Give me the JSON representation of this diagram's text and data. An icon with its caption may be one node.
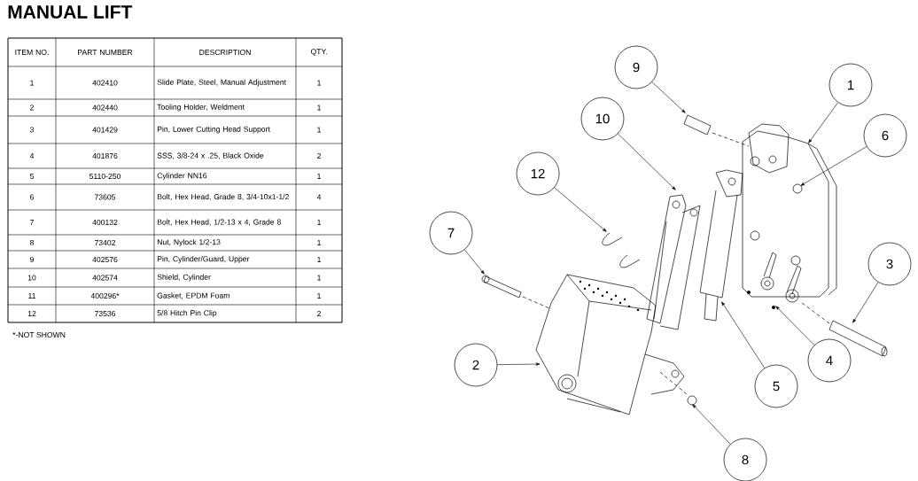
{
  "diagram": {
    "title": "MANUAL LIFT",
    "nodes": [
      {
        "text": [
          "1"
        ]
      },
      {
        "text": [
          "2"
        ]
      },
      {
        "text": [
          "3"
        ]
      },
      {
        "text": [
          "4"
        ]
      },
      {
        "text": [
          "5"
        ]
      },
      {
        "text": [
          "6"
        ]
      },
      {
        "text": [
          "7"
        ]
      },
      {
        "text": [
          "8"
        ]
      },
      {
        "text": [
          "9"
        ]
      },
      {
        "text": [
          "10"
        ]
      },
      {
        "text": [
          "12"
        ]
      }
    ],
    "edges": [
      {
        "from": 0,
        "to": null,
        "arrow": "to"
      },
      {
        "from": 1,
        "to": null,
        "arrow": "to"
      },
      {
        "from": 2,
        "to": null,
        "arrow": "to"
      },
      {
        "from": 3,
        "to": null,
        "arrow": "to"
      },
      {
        "from": 4,
        "to": null,
        "arrow": "to"
      },
      {
        "from": 5,
        "to": null,
        "arrow": "to"
      },
      {
        "from": 6,
        "to": null,
        "arrow": "to"
      },
      {
        "from": 7,
        "to": null,
        "arrow": "to"
      },
      {
        "from": 8,
        "to": null,
        "arrow": "to"
      },
      {
        "from": 9,
        "to": null,
        "arrow": "to"
      },
      {
        "from": 10,
        "to": null,
        "arrow": "to"
      }
    ],
    "labels": [
      "ITEM NO.",
      "PART NUMBER",
      "DESCRIPTION",
      "QTY.",
      "1",
      "402410",
      "Slide Plate, Steel, Manual Adjustment",
      "1",
      "2",
      "402440",
      "Tooling Holder, Weldment",
      "1",
      "3",
      "401429",
      "Pin, Lower Cutting Head Support",
      "1",
      "4",
      "401876",
      "SSS, 3/8-24 x .25, Black Oxide",
      "2",
      "5",
      "5110-250",
      "Cylinder NN16",
      "1",
      "6",
      "73605",
      "Bolt, Hex Head, Grade 8, 3/4-10x1-1/2",
      "4",
      "7",
      "400132",
      "Bolt, Hex Head, 1/2-13 x 4, Grade 8",
      "1",
      "8",
      "73402",
      "Nut, Nylock 1/2-13",
      "1",
      "9",
      "402576",
      "Pin, Cylinder/Guard, Upper",
      "1",
      "10",
      "402574",
      "Shield, Cylinder",
      "1",
      "11",
      "400296*",
      "Gasket, EPDM Foam",
      "1",
      "12",
      "73536",
      "5/8 Hitch Pin Clip",
      "2",
      "*-NOT SHOWN"
    ]
  }
}
